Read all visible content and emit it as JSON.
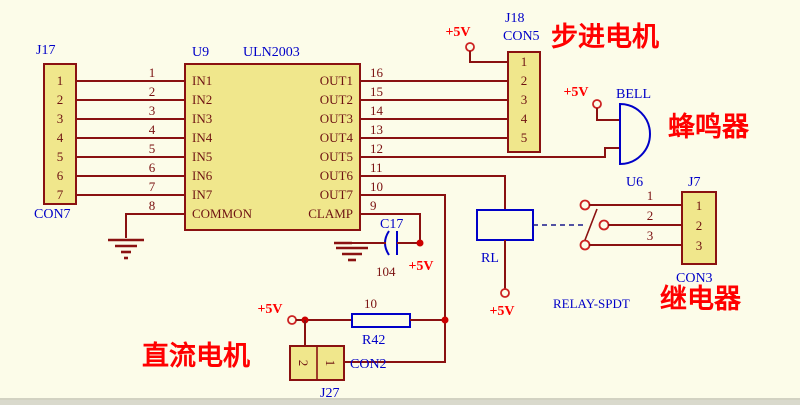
{
  "colors": {
    "background": "#fcfce9",
    "wire": "#8a1111",
    "component_fill": "#f0e78c",
    "blue": "#0000c8",
    "red": "#ff0000"
  },
  "labels": {
    "stepper_motor": "步进电机",
    "buzzer": "蜂鸣器",
    "relay": "继电器",
    "dc_motor": "直流电机"
  },
  "power": {
    "v5": "+5V"
  },
  "j17": {
    "ref": "J17",
    "type": "CON7",
    "pins": [
      "1",
      "2",
      "3",
      "4",
      "5",
      "6",
      "7"
    ]
  },
  "u9": {
    "ref": "U9",
    "part": "ULN2003",
    "inputs": [
      "IN1",
      "IN2",
      "IN3",
      "IN4",
      "IN5",
      "IN6",
      "IN7"
    ],
    "common": "COMMON",
    "clamp": "CLAMP",
    "outputs": [
      "OUT1",
      "OUT2",
      "OUT3",
      "OUT4",
      "OUT5",
      "OUT6",
      "OUT7"
    ],
    "left_pin_numbers": [
      "1",
      "2",
      "3",
      "4",
      "5",
      "6",
      "7",
      "8"
    ],
    "right_pin_numbers": [
      "16",
      "15",
      "14",
      "13",
      "12",
      "11",
      "10",
      "9"
    ]
  },
  "j18": {
    "ref": "J18",
    "type": "CON5",
    "pins": [
      "1",
      "2",
      "3",
      "4",
      "5"
    ]
  },
  "bell": {
    "ref": "U6",
    "label": "BELL"
  },
  "relay": {
    "coil_ref": "RL",
    "part": "RELAY-SPDT"
  },
  "j7": {
    "ref": "J7",
    "type": "CON3",
    "pins": [
      "1",
      "2",
      "3"
    ],
    "wire_numbers": [
      "1",
      "2",
      "3"
    ]
  },
  "c17": {
    "ref": "C17",
    "value": "104"
  },
  "r42": {
    "ref": "R42",
    "value": "10"
  },
  "j27": {
    "ref": "J27",
    "type": "CON2",
    "pins": [
      "2",
      "1"
    ]
  }
}
